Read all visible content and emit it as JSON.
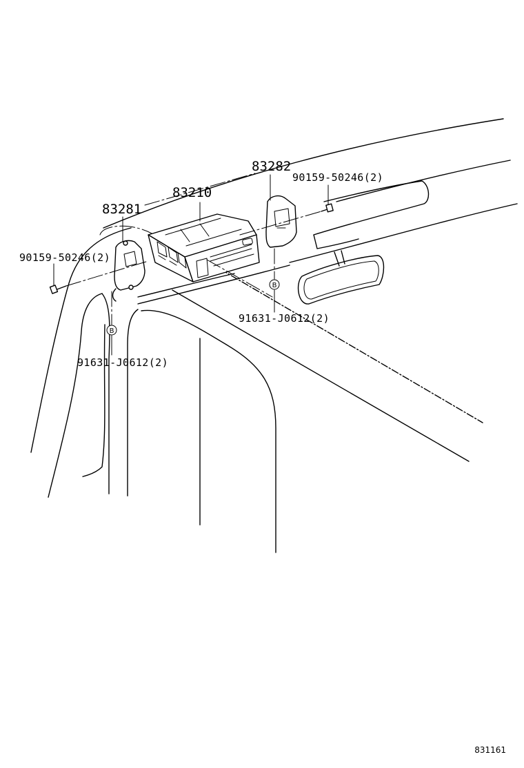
{
  "diagram": {
    "parts": {
      "p83282": "83282",
      "p83210": "83210",
      "p83281": "83281",
      "bolt_top_right": "90159-50246(2)",
      "bolt_left": "90159-50246(2)",
      "clip_right": "91631-J0612(2)",
      "clip_left": "91631-J0612(2)"
    },
    "callout_letter": "B",
    "drawing_code": "831161"
  }
}
